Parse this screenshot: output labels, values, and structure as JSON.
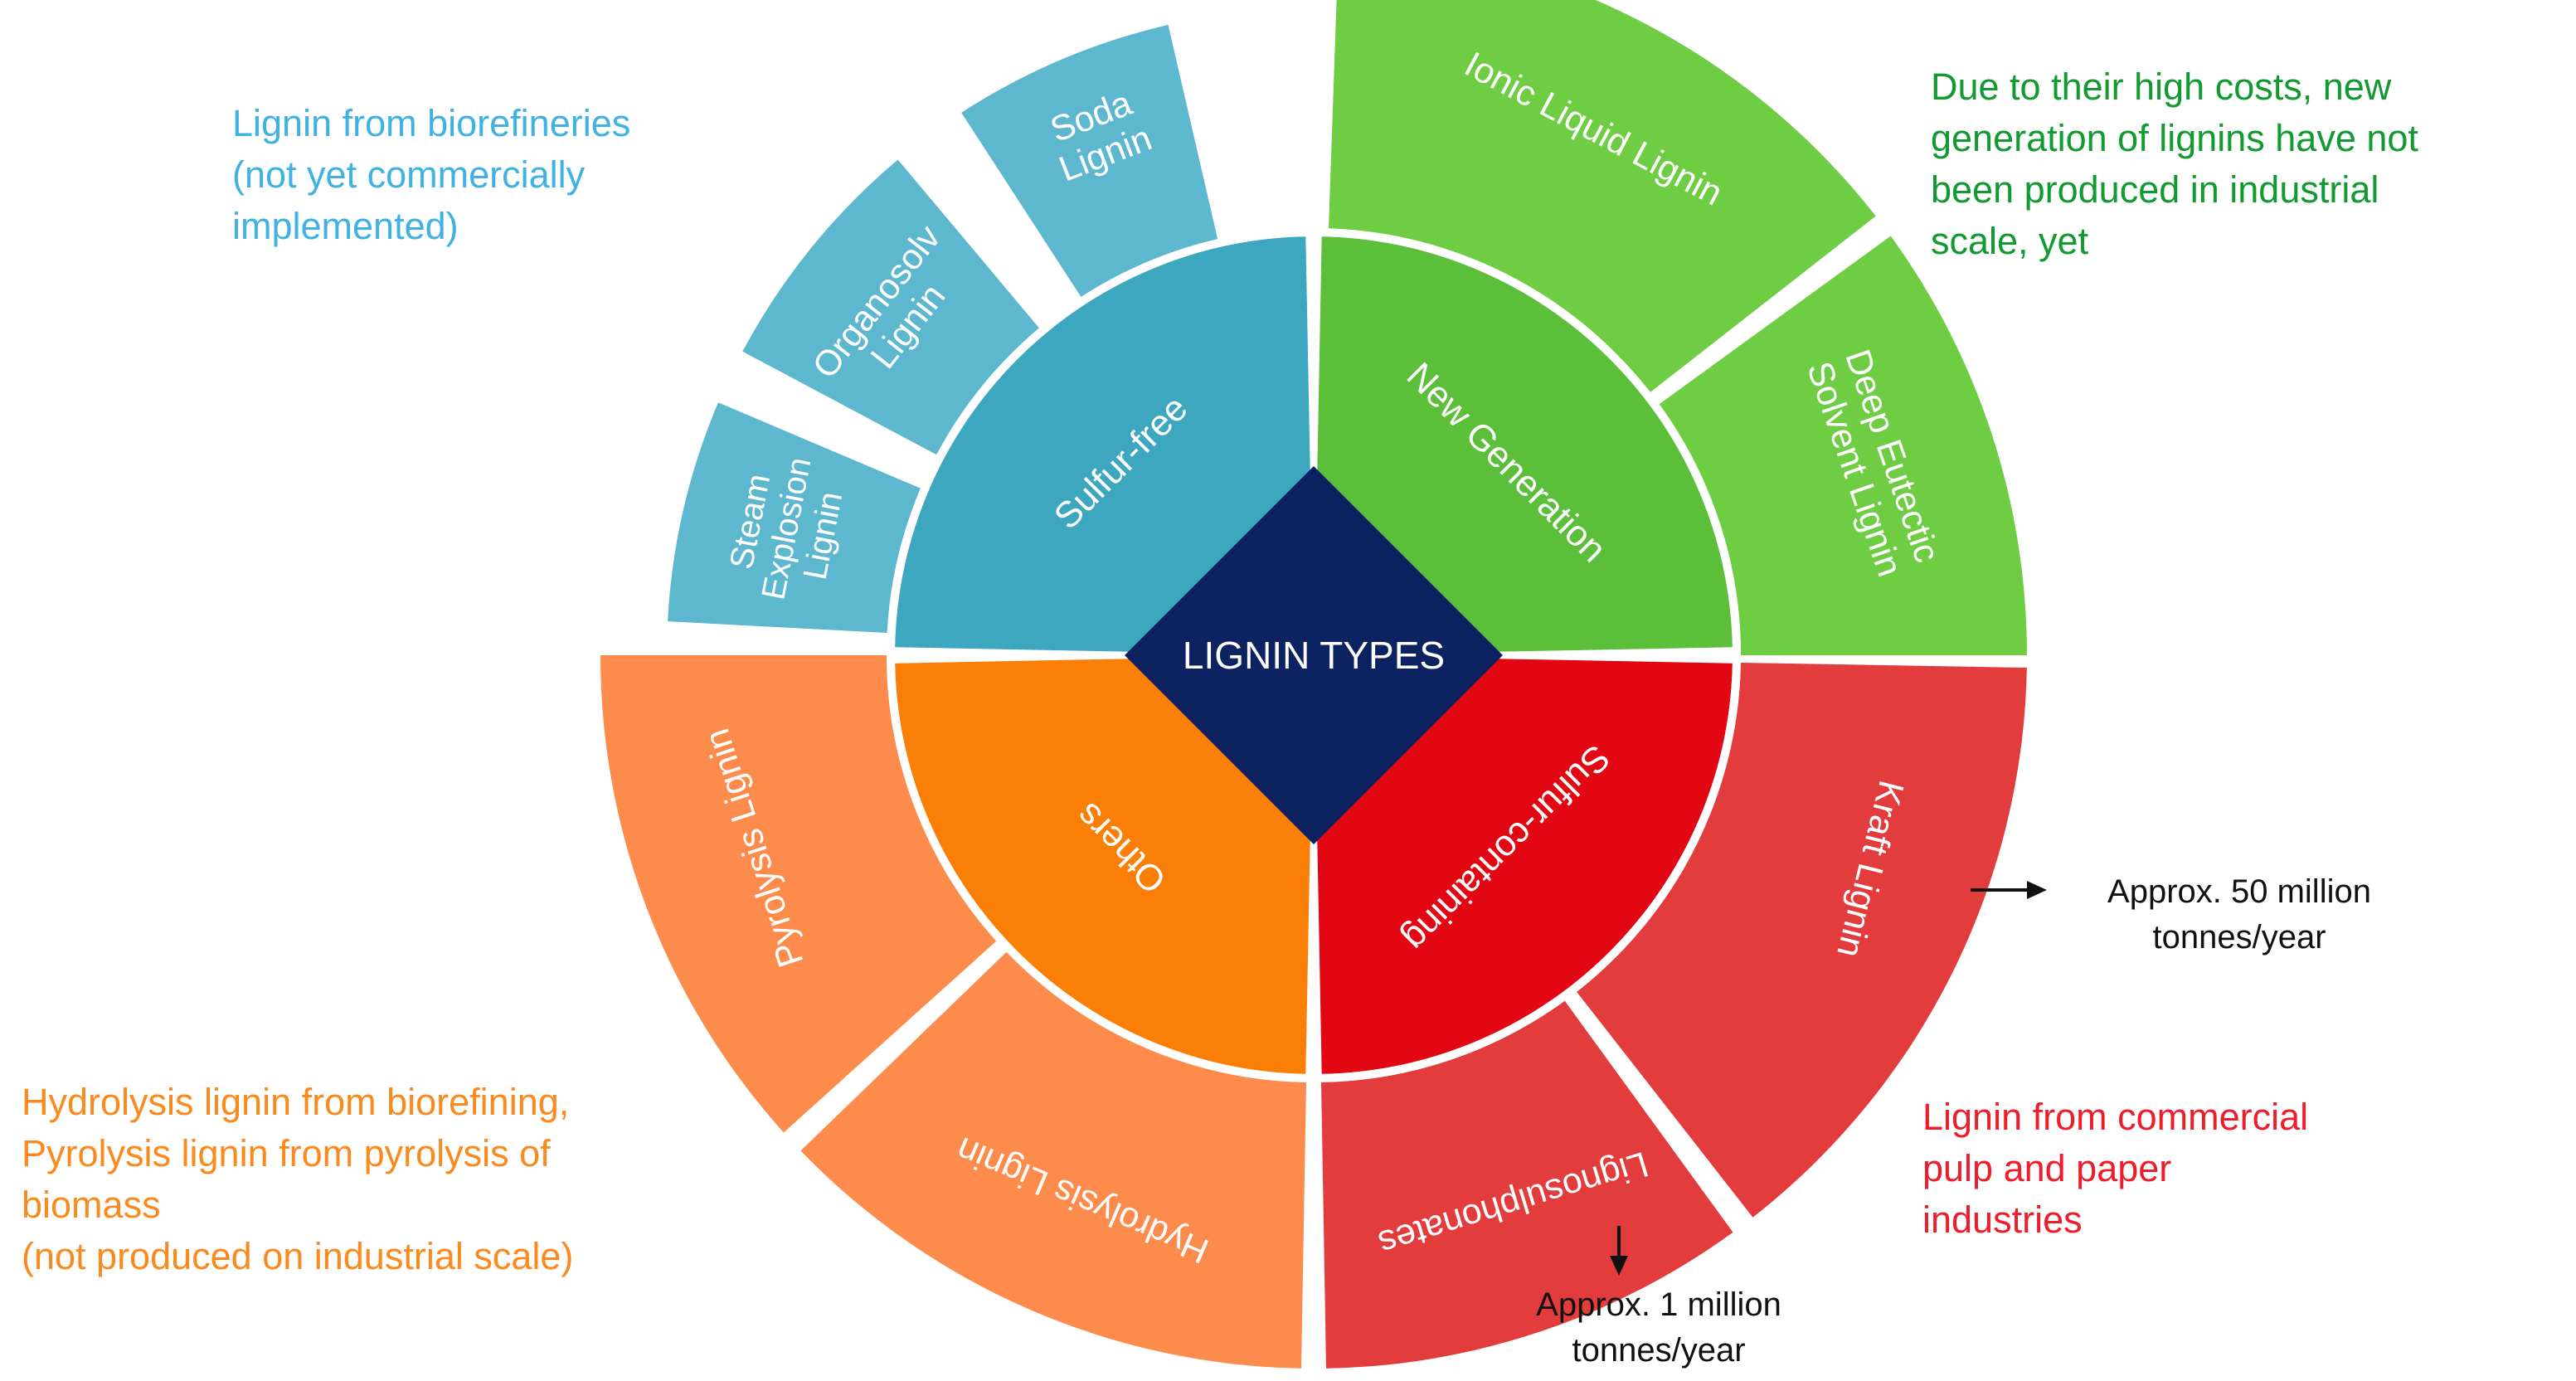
{
  "center": {
    "label": "LIGNIN TYPES",
    "color": "#0d2260"
  },
  "categories": [
    {
      "id": "sulfur-free",
      "label": "Sulfur-free",
      "color": "#3ea7c0",
      "outer_color": "#5db8cf",
      "types": [
        {
          "name": "steam-explosion",
          "lines": [
            "Steam",
            "Explosion",
            "Lignin"
          ]
        },
        {
          "name": "organosolv",
          "lines": [
            "Organosolv",
            "Lignin"
          ]
        },
        {
          "name": "soda",
          "lines": [
            "Soda",
            "Lignin"
          ]
        }
      ]
    },
    {
      "id": "new-generation",
      "label": "New Generation",
      "color": "#5bbf3a",
      "outer_color": "#6fcd44",
      "types": [
        {
          "name": "ionic-liquid",
          "lines": [
            "Ionic Liquid Lignin"
          ]
        },
        {
          "name": "deep-eutectic",
          "lines": [
            "Deep Eutectic",
            "Solvent Lignin"
          ]
        }
      ]
    },
    {
      "id": "sulfur-containing",
      "label": "Sulfur-containing",
      "color": "#e30613",
      "outer_color": "#e23c3c",
      "types": [
        {
          "name": "kraft",
          "lines": [
            "Kraft Lignin"
          ]
        },
        {
          "name": "lignosulphonates",
          "lines": [
            "Lignosulphonates"
          ]
        }
      ]
    },
    {
      "id": "others",
      "label": "Others",
      "color": "#fb7e07",
      "outer_color": "#fd8c4c",
      "types": [
        {
          "name": "hydrolysis",
          "lines": [
            "Hydrolysis Lignin"
          ]
        },
        {
          "name": "pyrolysis",
          "lines": [
            "Pyrolysis Lignin"
          ]
        }
      ]
    }
  ],
  "notes": {
    "biorefineries": {
      "color": "#3fb2e3",
      "lines": [
        "Lignin from biorefineries",
        "(not yet commercially",
        "implemented)"
      ]
    },
    "new_generation": {
      "color": "#109a2f",
      "lines": [
        "Due to their high costs, new",
        "generation of lignins have not",
        "been produced in industrial",
        "scale, yet"
      ]
    },
    "others": {
      "color": "#fb8a1e",
      "lines": [
        "Hydrolysis lignin from biorefining,",
        "Pyrolysis lignin from pyrolysis of",
        "biomass",
        "(not produced on industrial scale)"
      ]
    },
    "commercial": {
      "color": "#ee1d2b",
      "lines": [
        "Lignin from commercial",
        "pulp and paper",
        "industries"
      ]
    }
  },
  "volumes": {
    "kraft": {
      "lines": [
        "Approx. 50 million",
        "tonnes/year"
      ]
    },
    "lignosulphonates": {
      "lines": [
        "Approx. 1 million",
        "tonnes/year"
      ]
    }
  }
}
